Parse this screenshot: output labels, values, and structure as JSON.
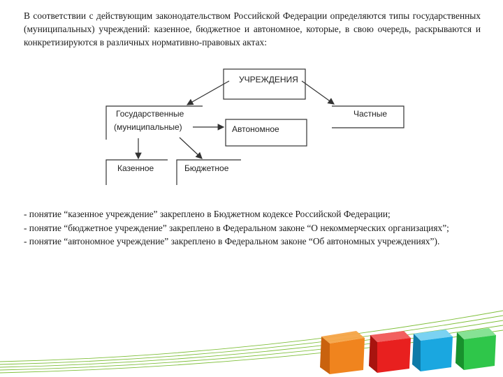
{
  "intro": "В соответствии с действующим законодательством Российской Федерации определяются типы государственных (муниципальных) учреждений: казенное, бюджетное и автономное, которые, в свою очередь, раскрываются и конкретизируются в различных нормативно-правовых актах:",
  "diagram": {
    "root": "УЧРЕЖДЕНИЯ",
    "state_line1": "Государственные",
    "state_line2": "(муниципальные)",
    "private": "Частные",
    "autonomous": "Автономное",
    "treasury": "Казенное",
    "budget": "Бюджетное"
  },
  "notes": [
    "-   понятие “казенное учреждение” закреплено в Бюджетном кодексе Российской Федерации;",
    "- понятие “бюджетное учреждение” закреплено в Федеральном законе “О некоммерческих организациях”;",
    "- понятие “автономное учреждение” закреплено в Федеральном законе “Об автономных учреждениях”)."
  ],
  "decor": {
    "cubes": [
      {
        "name": "orange-cube",
        "color": "#f0841e"
      },
      {
        "name": "red-cube",
        "color": "#e8201f"
      },
      {
        "name": "blue-cube",
        "color": "#1aa7e0"
      },
      {
        "name": "green-cube",
        "color": "#2fc64a"
      }
    ],
    "stripe_color": "#7fbf3a"
  }
}
